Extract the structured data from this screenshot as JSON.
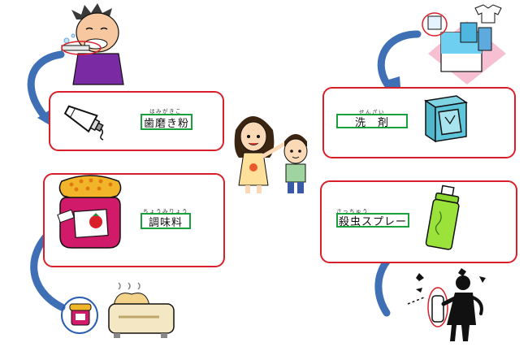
{
  "items": {
    "toothpaste": {
      "furigana": "はみがきこ",
      "label": "歯磨き粉"
    },
    "detergent": {
      "furigana": "せんざい",
      "label": "洗　剤"
    },
    "seasoning": {
      "furigana": "ちょうみりょう",
      "label": "調味料"
    },
    "insecticide": {
      "furigana": "さっちゅう",
      "label": "殺虫スプレー"
    }
  },
  "colors": {
    "card_border": "#d9202a",
    "label_border": "#19a03c",
    "arrow": "#3f6fb5",
    "highlight_circle": "#d9202a"
  },
  "icons": [
    "boy-brushing-teeth-icon",
    "toothpaste-tube-icon",
    "kids-pointing-icon",
    "laundry-icon",
    "detergent-box-icon",
    "jam-jar-icon",
    "toast-icon",
    "spray-can-icon",
    "person-spraying-icon"
  ]
}
